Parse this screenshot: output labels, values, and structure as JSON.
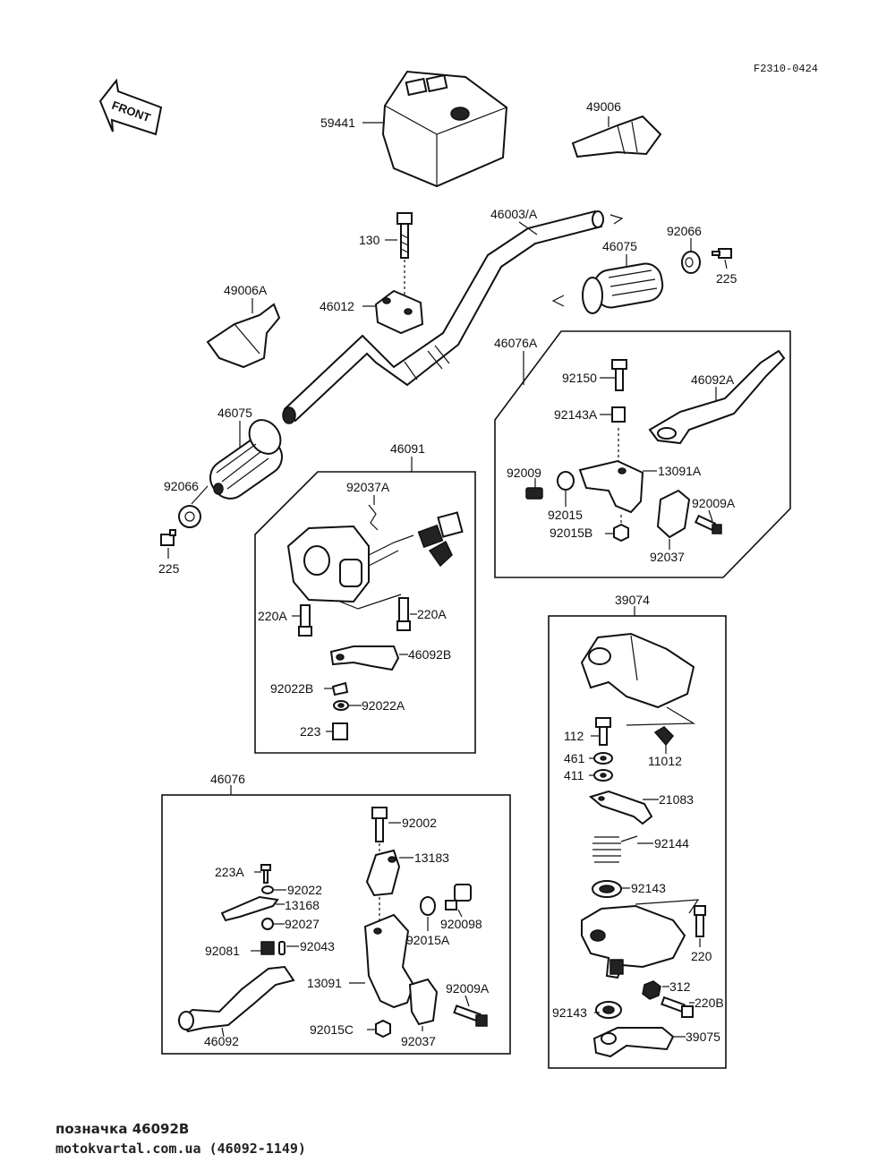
{
  "diagram_code": "F2310-0424",
  "front_label": "FRONT",
  "labels": {
    "p59441": "59441",
    "p49006": "49006",
    "p46003": "46003/A",
    "p130": "130",
    "p92066a": "92066",
    "p225a": "225",
    "p46075a": "46075",
    "p49006A": "49006A",
    "p46012": "46012",
    "p46076A": "46076A",
    "p92150": "92150",
    "p46092A": "46092A",
    "p92143A": "92143A",
    "p46075b": "46075",
    "p92009": "92009",
    "p13091A": "13091A",
    "p92015": "92015",
    "p92009A": "92009A",
    "p92015B": "92015B",
    "p92037": "92037",
    "p92066b": "92066",
    "p46091": "46091",
    "p92037A": "92037A",
    "p225b": "225",
    "p220Aa": "220A",
    "p220Ab": "220A",
    "p46092B": "46092B",
    "p92022B": "92022B",
    "p92022A": "92022A",
    "p223": "223",
    "p39074": "39074",
    "p112": "112",
    "p11012": "11012",
    "p461": "461",
    "p411": "411",
    "p21083": "21083",
    "p92144": "92144",
    "p92143": "92143",
    "p220": "220",
    "p312": "312",
    "p220B": "220B",
    "p92143b": "92143",
    "p39075": "39075",
    "p46076": "46076",
    "p92002": "92002",
    "p13183": "13183",
    "p223A": "223A",
    "p92022": "92022",
    "p13168": "13168",
    "p92027": "92027",
    "p920098": "920098",
    "p92015A": "92015A",
    "p92081": "92081",
    "p92043": "92043",
    "p13091": "13091",
    "p92009Ab": "92009A",
    "p46092": "46092",
    "p92015C": "92015C",
    "p92037b": "92037"
  },
  "caption": {
    "line1": "позначка 46092B",
    "line2": "motokvartal.com.ua (46092-1149)"
  }
}
